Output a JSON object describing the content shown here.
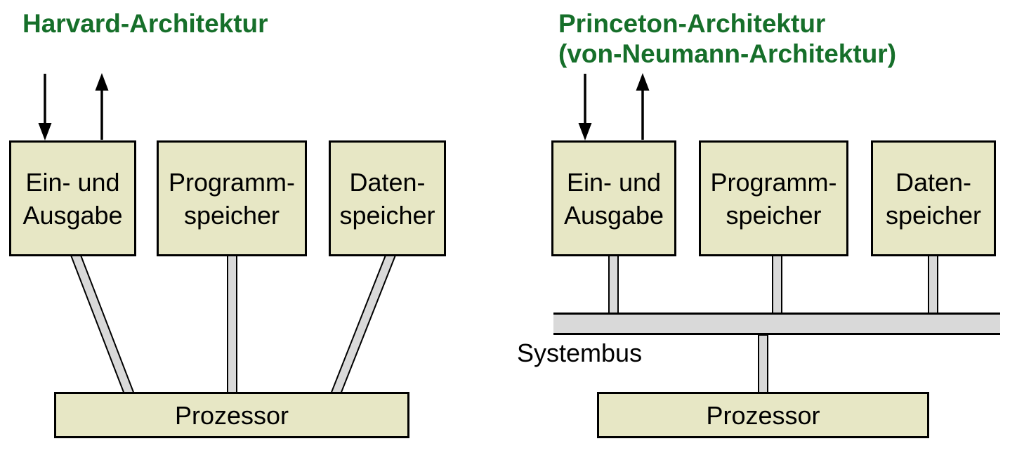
{
  "colors": {
    "title_green": "#166f2a",
    "box_fill": "#e7e7c5",
    "connector_gray": "#d9d9d9",
    "line_black": "#000000"
  },
  "left": {
    "title": "Harvard-Architektur",
    "boxes": [
      {
        "line1": "Ein- und",
        "line2": "Ausgabe"
      },
      {
        "line1": "Programm-",
        "line2": "speicher"
      },
      {
        "line1": "Daten-",
        "line2": "speicher"
      }
    ],
    "processor_label": "Prozessor"
  },
  "right": {
    "title_line1": "Princeton-Architektur",
    "title_line2": "(von-Neumann-Architektur)",
    "boxes": [
      {
        "line1": "Ein- und",
        "line2": "Ausgabe"
      },
      {
        "line1": "Programm-",
        "line2": "speicher"
      },
      {
        "line1": "Daten-",
        "line2": "speicher"
      }
    ],
    "bus_label": "Systembus",
    "processor_label": "Prozessor"
  }
}
